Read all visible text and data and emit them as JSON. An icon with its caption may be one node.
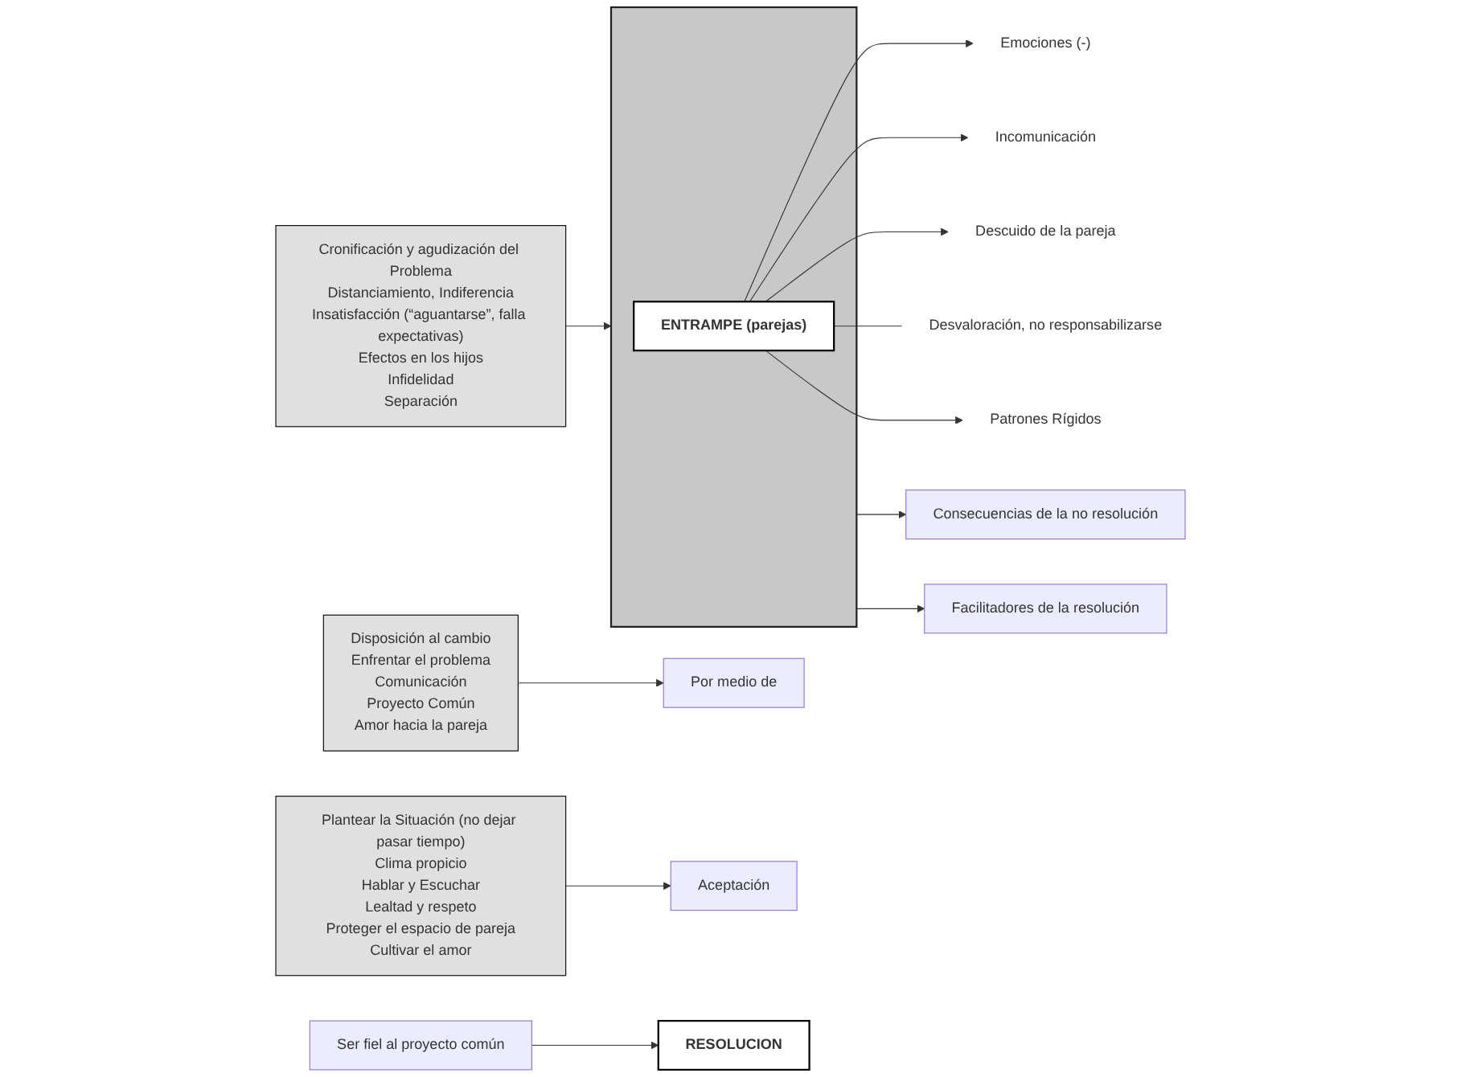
{
  "diagram": {
    "nodes": [
      {
        "text": [],
        "shape": "triangle"
      },
      {
        "text": [
          "ENTRAMPE (parejas)"
        ],
        "in": 0
      },
      {
        "text": [
          "Emociones (-)"
        ]
      },
      {
        "text": [
          "Incomunicación"
        ]
      },
      {
        "text": [
          "Descuido de la pareja"
        ]
      },
      {
        "text": [
          "Desvaloración, no responsabilizarse"
        ]
      },
      {
        "text": [
          "Patrones Rígidos"
        ]
      },
      {
        "text": [
          "Consecuencias de la no resolución"
        ]
      },
      {
        "text": [
          "Cronificación y agudización del Problema",
          "Distanciamiento, Indiferencia",
          "Insatisfacción (“aguantarse”, falla expectativas)",
          "Efectos en los hijos",
          "Infidelidad",
          "Separación"
        ]
      },
      {
        "text": [
          "Facilitadores de la resolución"
        ]
      },
      {
        "text": [
          "Disposición al cambio",
          "Enfrentar el problema",
          "Comunicación",
          "Proyecto Común",
          "Amor hacia la pareja"
        ]
      },
      {
        "text": [
          "Por medio de"
        ]
      },
      {
        "text": [
          "Plantear la Situación (no dejar pasar tiempo)",
          "Clima propicio",
          "Hablar y Escuchar",
          "Lealtad y respeto",
          "Proteger el espacio de pareja",
          "Cultivar el amor"
        ]
      },
      {
        "text": [
          "Aceptación"
        ]
      },
      {
        "text": [
          "Ser fiel al proyecto común"
        ]
      },
      {
        "text": [
          "RESOLUCION"
        ]
      }
    ],
    "edges": [
      {
        "from": 1,
        "to": 2,
        "arrow": "to"
      },
      {
        "from": 1,
        "to": 3,
        "arrow": "to"
      },
      {
        "from": 1,
        "to": 4,
        "arrow": "to"
      },
      {
        "from": 1,
        "to": 5,
        "arrow": "none"
      },
      {
        "from": 1,
        "to": 6,
        "arrow": "to"
      },
      {
        "from": 0,
        "to": 7,
        "arrow": "to"
      },
      {
        "from": 0,
        "to": 9,
        "arrow": "to"
      },
      {
        "from": 8,
        "to": 0,
        "arrow": "to"
      },
      {
        "from": 10,
        "to": 11,
        "arrow": "to"
      },
      {
        "from": 12,
        "to": 13,
        "arrow": "to"
      },
      {
        "from": 14,
        "to": 15,
        "arrow": "to"
      }
    ]
  }
}
